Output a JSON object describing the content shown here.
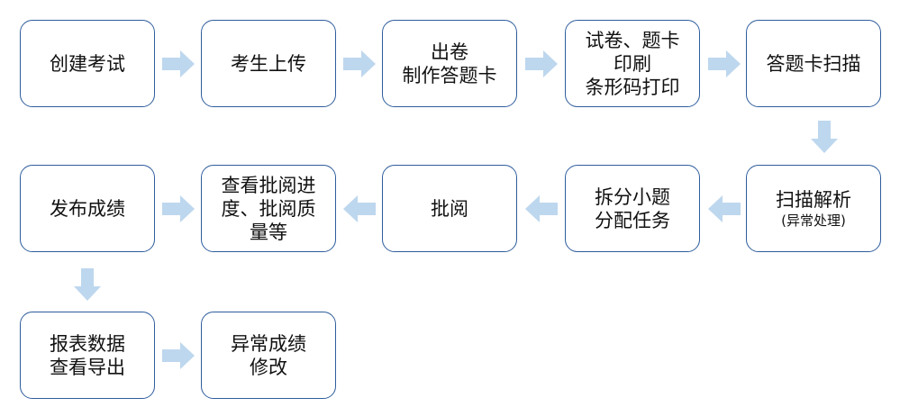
{
  "steps": [
    {
      "id": "create_exam",
      "lines": [
        "创建考试"
      ]
    },
    {
      "id": "upload_students",
      "lines": [
        "考生上传"
      ]
    },
    {
      "id": "make_papers",
      "lines": [
        "出卷",
        "制作答题卡"
      ]
    },
    {
      "id": "print",
      "lines": [
        "试卷、题卡",
        "印刷",
        "条形码打印"
      ]
    },
    {
      "id": "scan_sheets",
      "lines": [
        "答题卡扫描"
      ]
    },
    {
      "id": "scan_parse",
      "lines": [
        "扫描解析"
      ],
      "note": "(异常处理)"
    },
    {
      "id": "split_assign",
      "lines": [
        "拆分小题",
        "分配任务"
      ]
    },
    {
      "id": "marking",
      "lines": [
        "批阅"
      ]
    },
    {
      "id": "view_progress",
      "lines": [
        "查看批阅进",
        "度、批阅质",
        "量等"
      ]
    },
    {
      "id": "publish_scores",
      "lines": [
        "发布成绩"
      ]
    },
    {
      "id": "report_export",
      "lines": [
        "报表数据",
        "查看导出"
      ]
    },
    {
      "id": "modify_scores",
      "lines": [
        "异常成绩",
        "修改"
      ]
    }
  ],
  "colors": {
    "border": "#2e5d9c",
    "arrow": "#bdd7ee",
    "text": "#111111"
  }
}
